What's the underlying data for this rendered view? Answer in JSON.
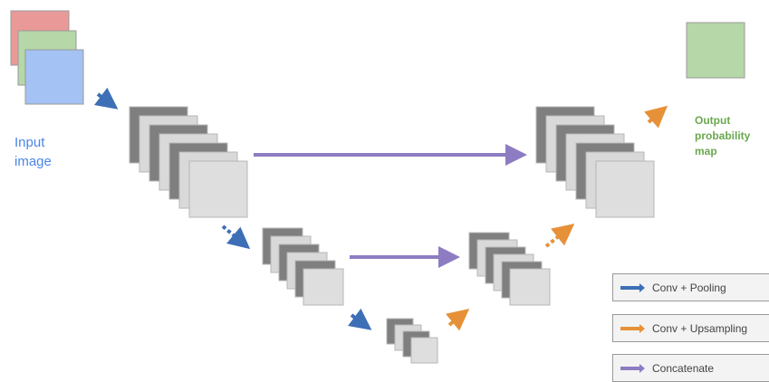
{
  "labels": {
    "input": "Input\nimage",
    "output": "Output\nprobability\nmap"
  },
  "legend": [
    {
      "label": "Conv + Pooling",
      "color": "#3d6fb6"
    },
    {
      "label": "Conv + Upsampling",
      "color": "#e69138"
    },
    {
      "label": "Concatenate",
      "color": "#8e7cc3"
    }
  ],
  "colors": {
    "input_red": "#ea9999",
    "input_green": "#b6d7a8",
    "input_blue": "#a4c2f4",
    "output_green": "#b6d7a8",
    "layer_dark": "#7f7f7f",
    "layer_mid": "#b7b7b7",
    "layer_light": "#d9d9d9",
    "layer_front": "#dedede"
  },
  "blocks": [
    {
      "id": "encoder-1",
      "layers": 7
    },
    {
      "id": "encoder-2",
      "layers": 6
    },
    {
      "id": "bottleneck",
      "layers": 4
    },
    {
      "id": "decoder-2",
      "layers": 6
    },
    {
      "id": "decoder-1",
      "layers": 7
    }
  ]
}
